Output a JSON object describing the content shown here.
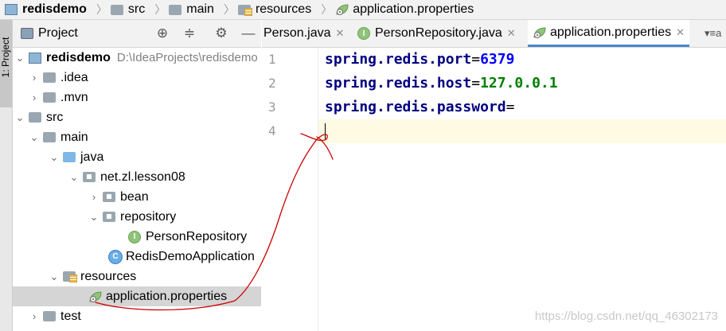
{
  "breadcrumb": {
    "items": [
      "redisdemo",
      "src",
      "main",
      "resources",
      "application.properties"
    ]
  },
  "sidebar_tab": {
    "label": "1: Project"
  },
  "project_toolbar": {
    "label": "Project",
    "icons": [
      "target-icon",
      "collapse-icon",
      "gear-icon",
      "minimize-icon"
    ]
  },
  "tabs": [
    {
      "label": "Person.java",
      "icon": "class-icon",
      "close": "✕"
    },
    {
      "label": "PersonRepository.java",
      "icon": "interface-icon",
      "close": "✕"
    },
    {
      "label": "application.properties",
      "icon": "spring-leaf-icon",
      "close": "✕",
      "active": true
    }
  ],
  "tabs_overflow": "▾≡a",
  "tree": {
    "root": {
      "label": "redisdemo",
      "path": "D:\\IdeaProjects\\redisdemo"
    },
    "rows": [
      {
        "label": ".idea"
      },
      {
        "label": ".mvn"
      },
      {
        "label": "src"
      },
      {
        "label": "main"
      },
      {
        "label": "java"
      },
      {
        "label": "net.zl.lesson08"
      },
      {
        "label": "bean"
      },
      {
        "label": "repository"
      },
      {
        "label": "PersonRepository",
        "badge": "I"
      },
      {
        "label": "RedisDemoApplication",
        "badge": "C"
      },
      {
        "label": "resources"
      },
      {
        "label": "application.properties"
      },
      {
        "label": "test"
      }
    ]
  },
  "editor": {
    "line_numbers": [
      "1",
      "2",
      "3",
      "4"
    ],
    "lines": [
      {
        "key": "spring.redis.port",
        "eq": "=",
        "value": "6379"
      },
      {
        "key": "spring.redis.host",
        "eq": "=",
        "value": "127.0.0.1"
      },
      {
        "key": "spring.redis.password",
        "eq": "=",
        "value": ""
      }
    ]
  },
  "watermark": "https://blog.csdn.net/qq_46302173",
  "colors": {
    "key": "#000080",
    "number": "#0000ff",
    "string": "#008000",
    "annotation": "#cc0000",
    "active_tab_underline": "#4a88c7"
  }
}
